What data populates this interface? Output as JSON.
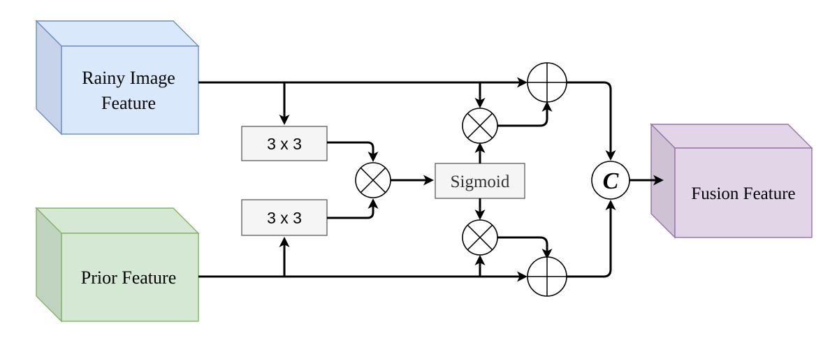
{
  "nodes": {
    "rainy": {
      "label_line1": "Rainy Image",
      "label_line2": "Feature"
    },
    "prior": {
      "label": "Prior Feature"
    },
    "conv_top": {
      "label": "3 x 3"
    },
    "conv_bottom": {
      "label": "3 x 3"
    },
    "sigmoid": {
      "label": "Sigmoid"
    },
    "concat": {
      "label": "C"
    },
    "fusion": {
      "label": "Fusion Feature"
    }
  },
  "colors": {
    "rainy_fill": "#dae8fc",
    "rainy_side": "#c6d3e9",
    "rainy_stroke": "#6c8ebf",
    "prior_fill": "#d5e8d4",
    "prior_side": "#c1d4bf",
    "prior_stroke": "#82b366",
    "fusion_fill": "#e1d5e7",
    "fusion_side": "#cfc2d5",
    "fusion_stroke": "#9673a6",
    "conv_fill": "#f5f5f5",
    "conv_stroke": "#666666"
  }
}
